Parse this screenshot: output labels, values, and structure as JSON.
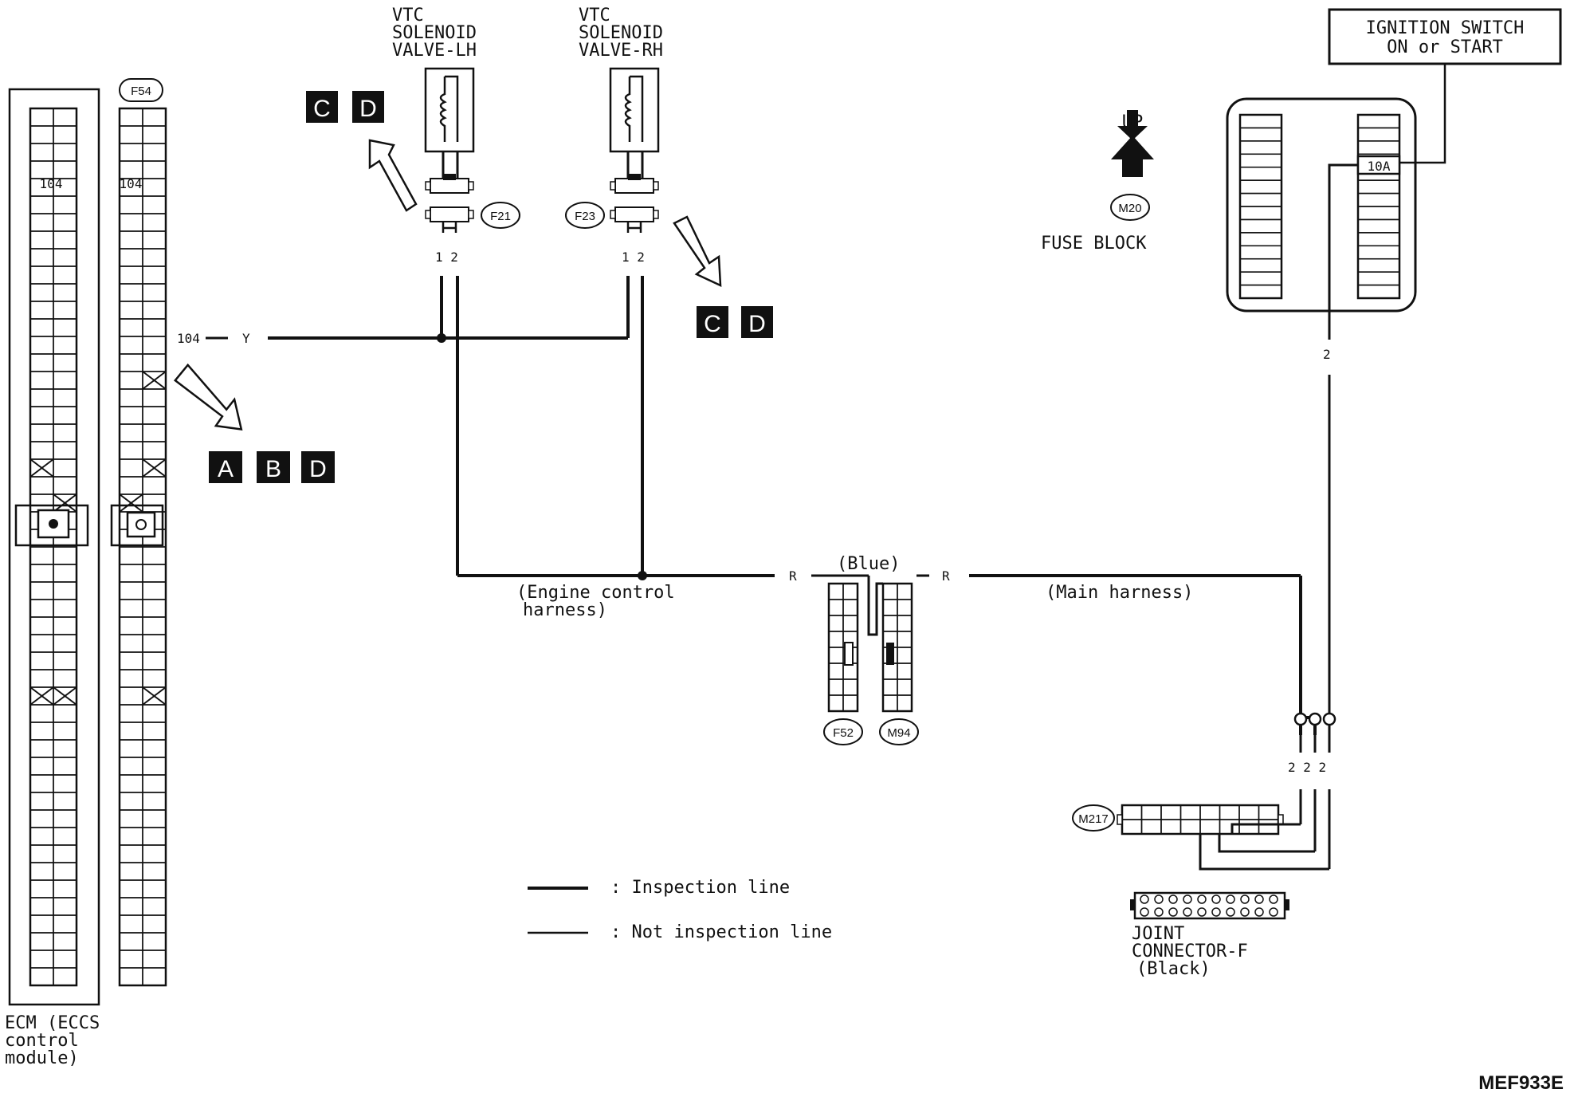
{
  "ecm": {
    "label_line1": "ECM (ECCS",
    "label_line2": "control",
    "label_line3": "module)",
    "pin_label": "104"
  },
  "connector_f54": {
    "tag": "F54",
    "pin_label": "104"
  },
  "wire_104": {
    "pin": "104",
    "color": "Y"
  },
  "vtc_lh": {
    "line1": "VTC",
    "line2": "SOLENOID",
    "line3": "VALVE-LH",
    "connector": "F21",
    "pins": "1  2"
  },
  "vtc_rh": {
    "line1": "VTC",
    "line2": "SOLENOID",
    "line3": "VALVE-RH",
    "connector": "F23",
    "pins": "1  2"
  },
  "badges": {
    "lh": [
      "C",
      "D"
    ],
    "rh": [
      "C",
      "D"
    ],
    "ecm": [
      "A",
      "B",
      "D"
    ]
  },
  "fuse_block": {
    "up_label": "UP",
    "connector": "M20",
    "label": "FUSE BLOCK",
    "fuse_rating": "10A",
    "pin": "2"
  },
  "ignition": {
    "line1": "IGNITION SWITCH",
    "line2": "ON or START"
  },
  "harness": {
    "engine_line1": "(Engine control",
    "engine_line2": "harness)",
    "main": "(Main harness)",
    "wire_color_left": "R",
    "wire_color_right": "R",
    "blue": "(Blue)",
    "conn_left": "F52",
    "conn_right": "M94"
  },
  "joint": {
    "pins": "2  2  2",
    "connector": "M217",
    "line1": "JOINT",
    "line2": "CONNECTOR-F",
    "line3": "(Black)"
  },
  "legend": {
    "inspection": ": Inspection line",
    "not_inspection": ": Not inspection line"
  },
  "ref_code": "MEF933E"
}
